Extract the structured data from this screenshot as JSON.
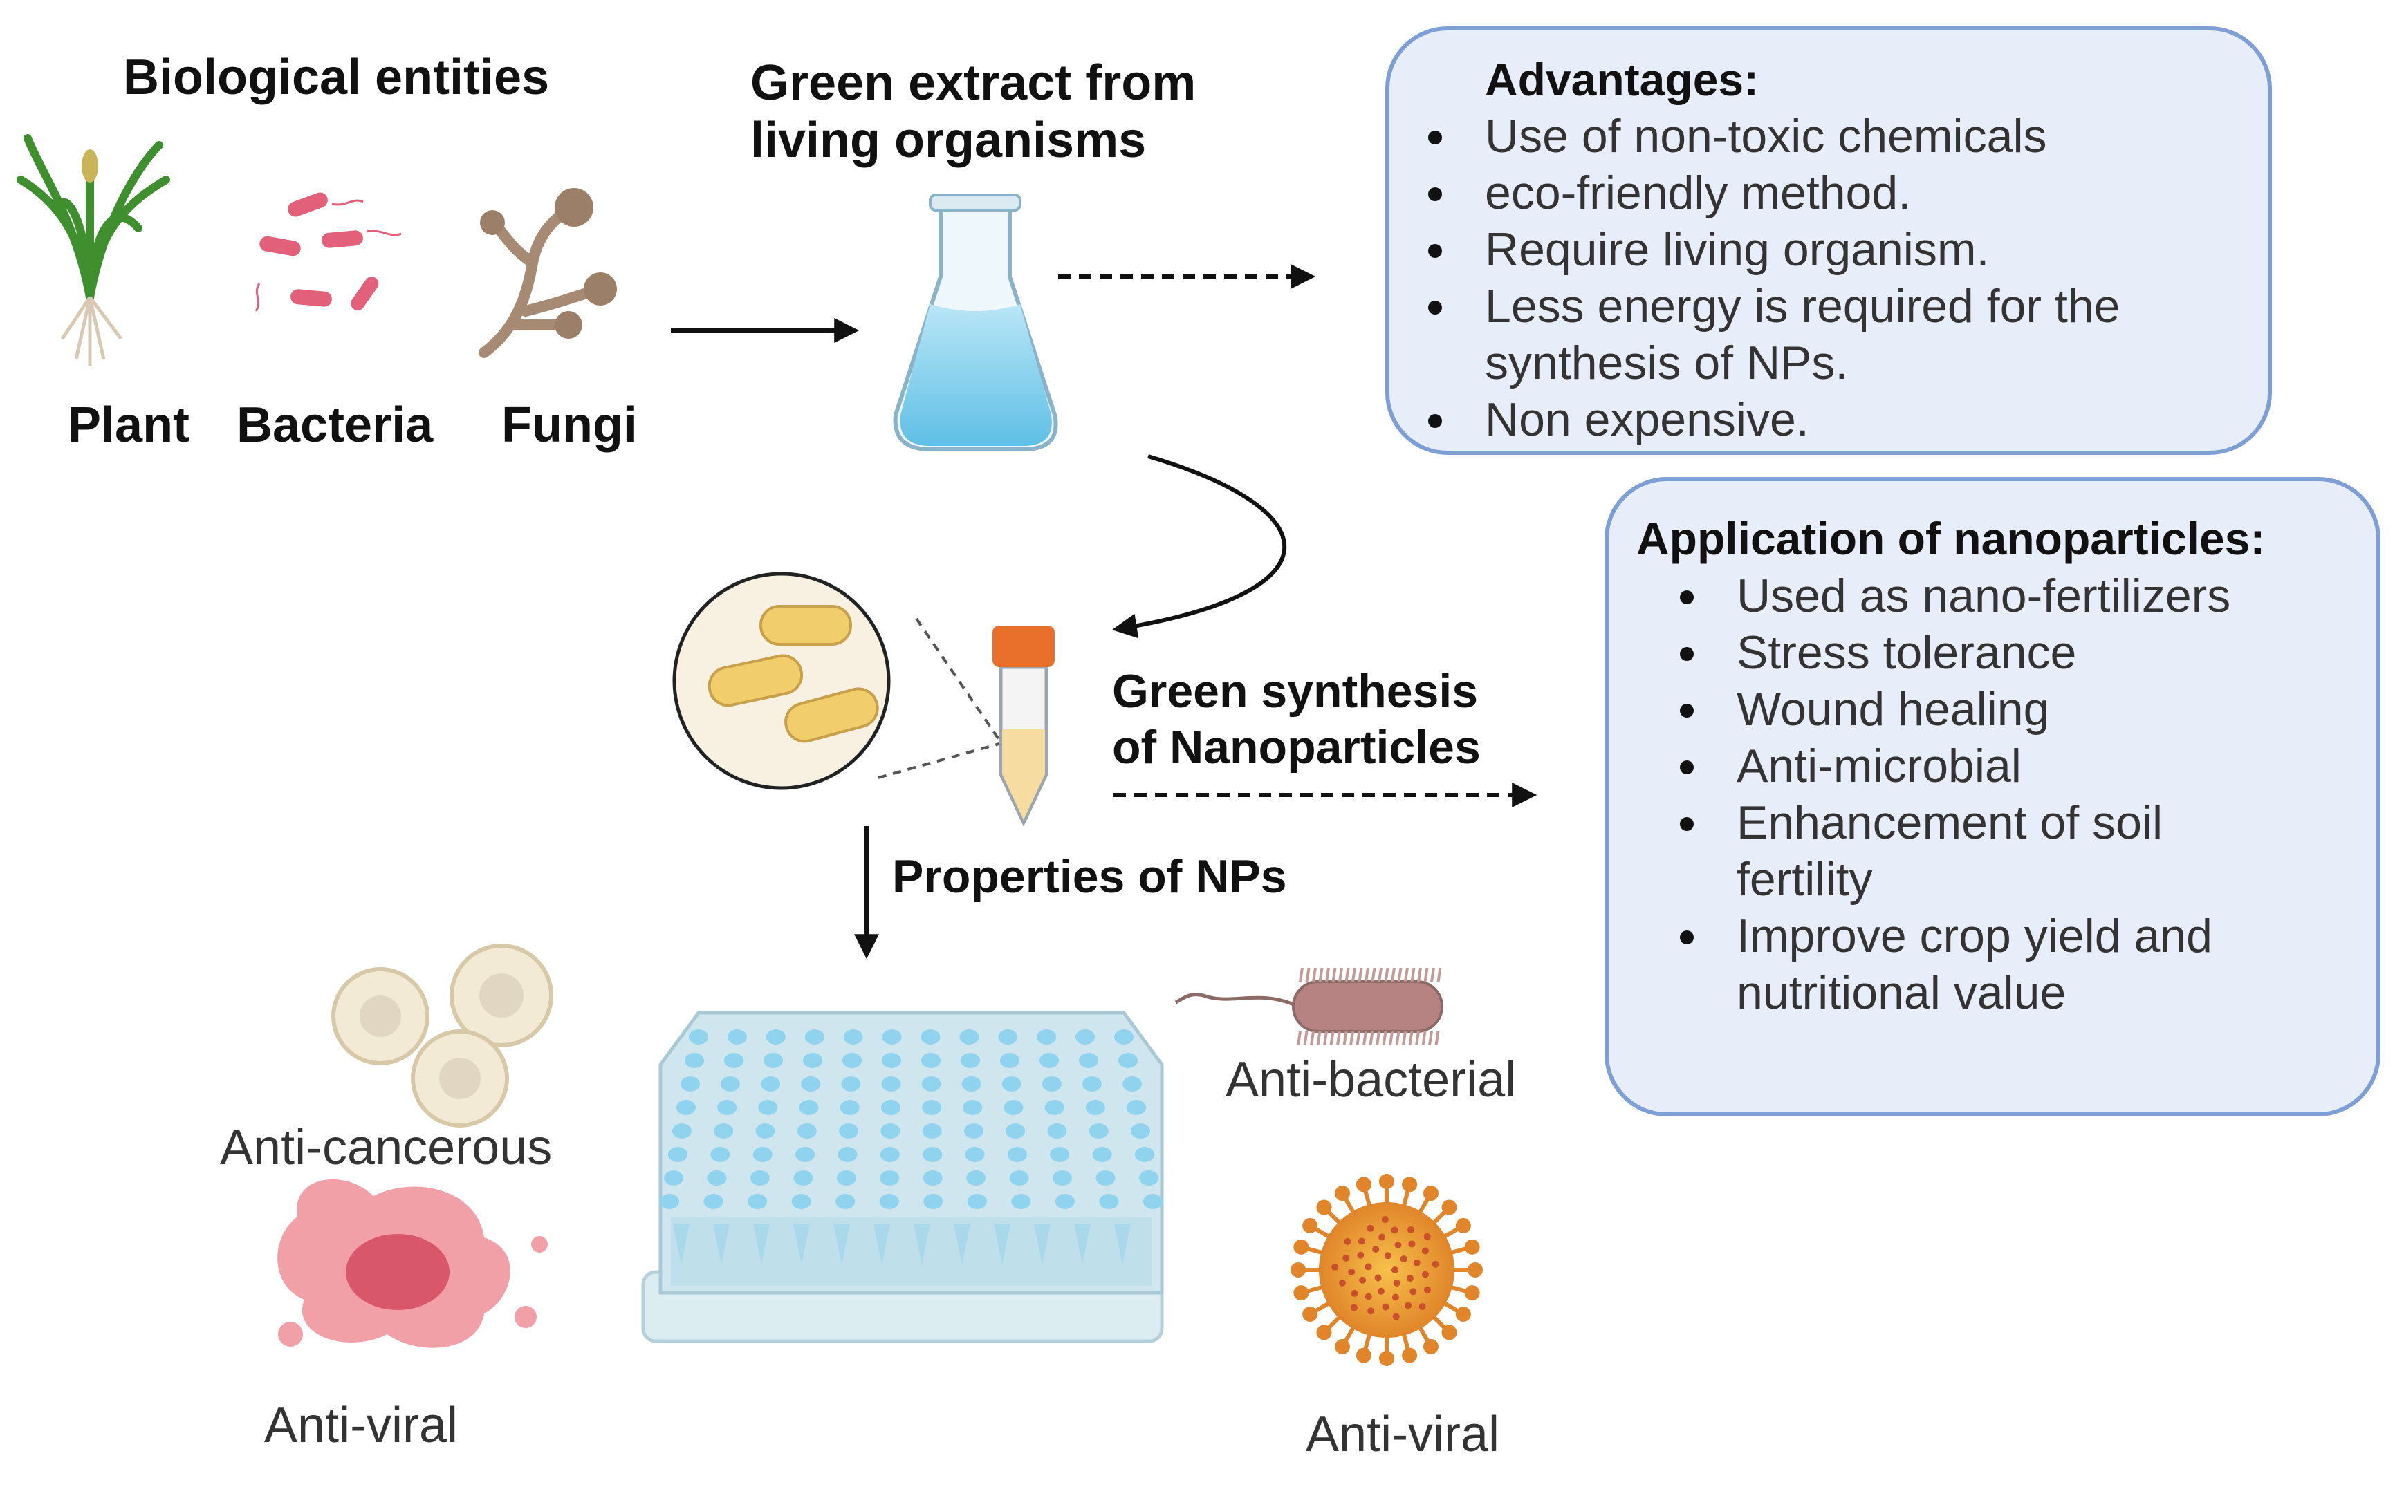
{
  "sources": {
    "title": "Biological entities",
    "items": [
      {
        "label": "Plant"
      },
      {
        "label": "Bacteria"
      },
      {
        "label": "Fungi"
      }
    ]
  },
  "extract": {
    "title_line1": "Green extract from",
    "title_line2": "living organisms"
  },
  "advantages": {
    "title": "Advantages:",
    "items": [
      "Use of non-toxic chemicals",
      "eco-friendly method.",
      "Require living organism.",
      "Less energy is required for the synthesis of NPs.",
      "Non expensive."
    ],
    "item4_line1": "Less energy is required for the",
    "item4_line2": "synthesis of NPs."
  },
  "synthesis": {
    "title_line1": "Green synthesis",
    "title_line2": "of Nanoparticles"
  },
  "applications": {
    "title": "Application of nanoparticles:",
    "items": [
      "Used as nano-fertilizers",
      "Stress tolerance",
      "Wound healing",
      "Anti-microbial",
      "Enhancement of soil fertility",
      "Improve crop yield and nutritional value"
    ],
    "item5_line1": "Enhancement of soil",
    "item5_line2": "fertility",
    "item6_line1": "Improve crop yield and",
    "item6_line2": "nutritional value"
  },
  "properties": {
    "title": "Properties of NPs",
    "labels": {
      "anti_cancerous": "Anti-cancerous",
      "anti_bacterial": "Anti-bacterial",
      "anti_viral_left": "Anti-viral",
      "anti_viral_right": "Anti-viral"
    }
  },
  "colors": {
    "panel_fill": "#e8eef9",
    "panel_border": "#7d9fd6",
    "flask_liquid": "#8fd3ef",
    "plate": "#cfe6ee",
    "bacteria_pink": "#e2607a",
    "tube_cap": "#e8702a"
  }
}
